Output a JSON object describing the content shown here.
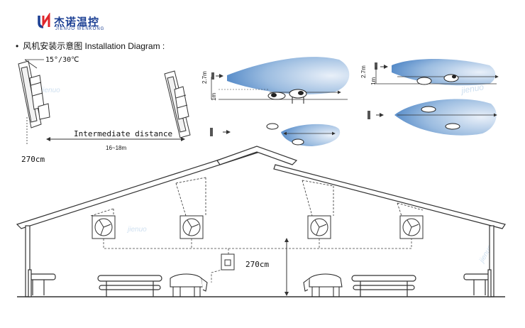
{
  "brand": {
    "name_zh": "杰诺温控",
    "name_en": "JIENUO WENKONG",
    "logo_icon": "jn-logo-icon",
    "color_blue": "#1b3f93",
    "color_red": "#e0262b"
  },
  "section": {
    "bullet": "•",
    "title": "风机安装示意图 Installation Diagram :"
  },
  "labels": {
    "angle": "15°/30℃",
    "intermediate_distance": "Intermediate distance",
    "span": "16~18m",
    "height_left": "270cm",
    "height_barn": "270cm",
    "height_27m_a": "2.7m",
    "height_1m_a": "1m",
    "height_27m_b": "2.7m",
    "height_1m_b": "1m"
  },
  "watermarks": [
    "jienuo",
    "jienuo",
    "jienuo",
    "jienuo"
  ],
  "colors": {
    "line": "#333333",
    "airflow_blue": "#4f86c6",
    "airflow_light": "#e6eef8",
    "dash": "#444444"
  }
}
